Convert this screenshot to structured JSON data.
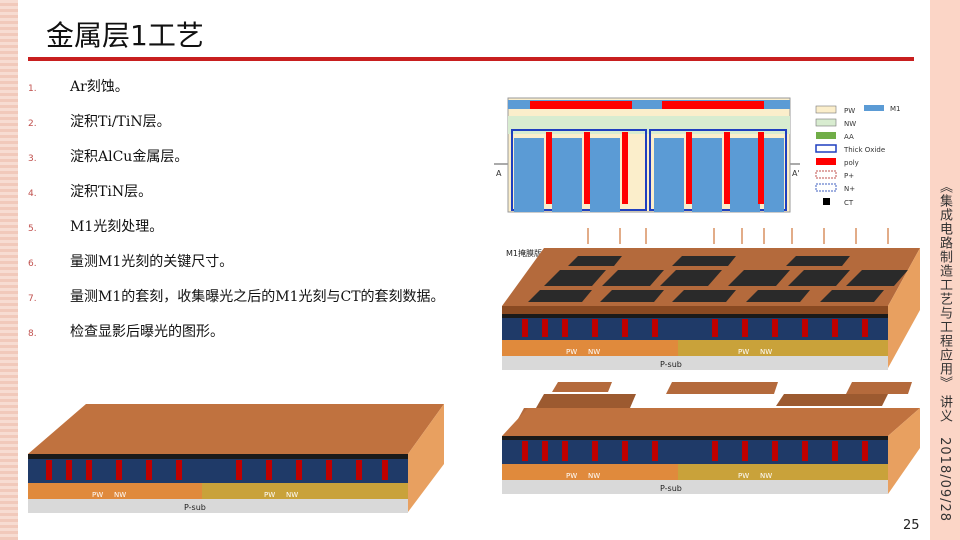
{
  "slide": {
    "title": "金属层1工艺",
    "page_number": "25",
    "side_note": "《集成电路制造工艺与工程应用》 讲义　2018/09/28"
  },
  "steps": [
    {
      "num": "1.",
      "text": "Ar刻蚀。"
    },
    {
      "num": "2.",
      "text": "淀积Ti/TiN层。"
    },
    {
      "num": "3.",
      "text": "淀积AlCu金属层。"
    },
    {
      "num": "4.",
      "text": "淀积TiN层。"
    },
    {
      "num": "5.",
      "text": "M1光刻处理。"
    },
    {
      "num": "6.",
      "text": "量测M1光刻的关键尺寸。"
    },
    {
      "num": "7.",
      "text": "量测M1的套刻，收集曝光之后的M1光刻与CT的套刻数据。"
    },
    {
      "num": "8.",
      "text": "检查显影后曝光的图形。"
    }
  ],
  "top_diagram": {
    "marker_a": "A",
    "marker_a_prime": "A'",
    "legend": [
      {
        "label": "PW",
        "color": "#fbeecb"
      },
      {
        "label": "M1",
        "color": "#5b9bd5"
      },
      {
        "label": "NW",
        "color": "#d8ecd0"
      },
      {
        "label": "AA",
        "color": "#70ad47"
      },
      {
        "label": "Thick Oxide",
        "color": "#ffffff"
      },
      {
        "label": "poly",
        "color": "#ff0000"
      },
      {
        "label": "P+",
        "color": "#ffffff"
      },
      {
        "label": "N+",
        "color": "#ffffff"
      },
      {
        "label": "CT",
        "color": "#000000"
      }
    ]
  },
  "cross_sections": {
    "mask_label": "M1掩膜版",
    "pw": "PW",
    "nw": "NW",
    "psub": "P-sub"
  }
}
